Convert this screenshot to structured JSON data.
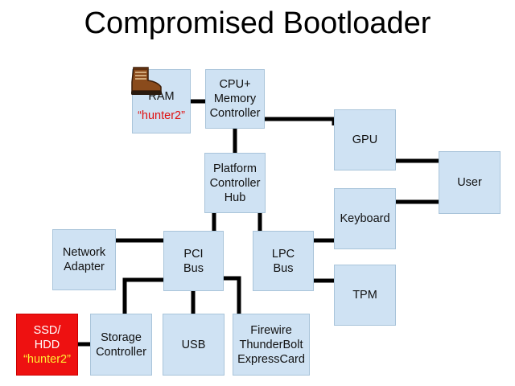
{
  "title": "Compromised Bootloader",
  "nodes": {
    "ram": {
      "label": "RAM",
      "password": "“hunter2”"
    },
    "cpu": {
      "lines": [
        "CPU+",
        "Memory",
        "Controller"
      ]
    },
    "gpu": {
      "label": "GPU"
    },
    "user": {
      "label": "User"
    },
    "pch": {
      "lines": [
        "Platform",
        "Controller",
        "Hub"
      ]
    },
    "keyboard": {
      "label": "Keyboard"
    },
    "network": {
      "lines": [
        "Network",
        "Adapter"
      ]
    },
    "pci": {
      "lines": [
        "PCI",
        "Bus"
      ]
    },
    "lpc": {
      "lines": [
        "LPC",
        "Bus"
      ]
    },
    "tpm": {
      "label": "TPM"
    },
    "ssd": {
      "lines": [
        "SSD/",
        "HDD"
      ],
      "password": "“hunter2”"
    },
    "storage": {
      "lines": [
        "Storage",
        "Controller"
      ]
    },
    "usb": {
      "label": "USB"
    },
    "firewire": {
      "lines": [
        "Firewire",
        "ThunderBolt",
        "ExpressCard"
      ]
    }
  },
  "colors": {
    "box_fill": "#cfe2f3",
    "compromised_fill": "#ee1111",
    "password_red": "#e01010",
    "password_yellow": "#ffee33",
    "wire": "#000000"
  },
  "icons": {
    "boot": "boot-icon"
  }
}
